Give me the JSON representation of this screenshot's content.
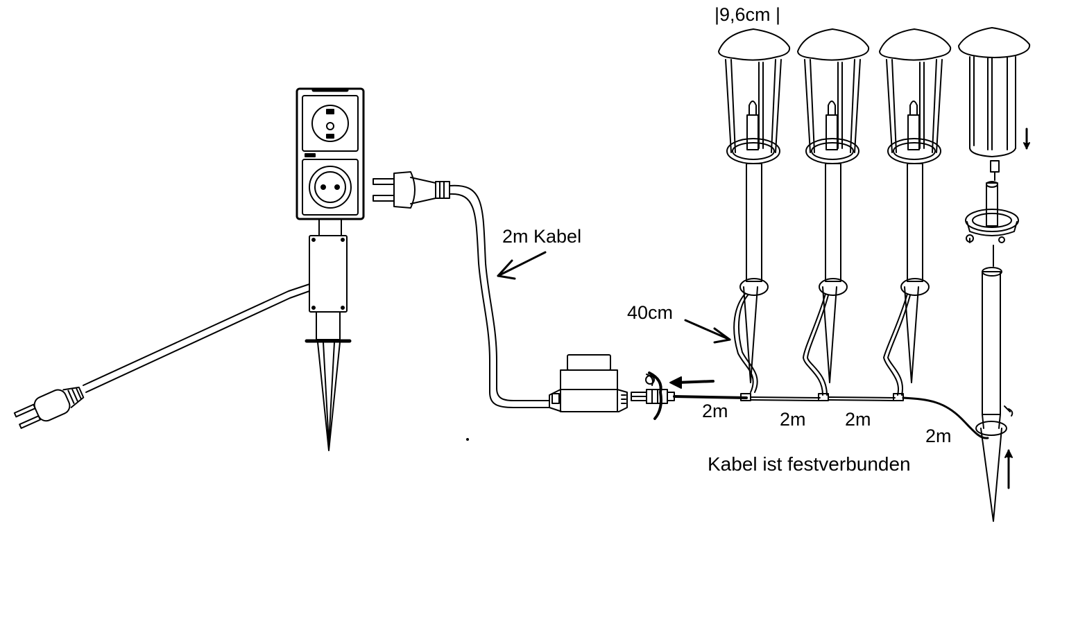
{
  "labels": {
    "lamp_width": "|9,6cm |",
    "supply_cable": "2m Kabel",
    "lead_length": "40cm",
    "segment_1": "2m",
    "segment_2": "2m",
    "segment_3": "2m",
    "segment_4": "2m",
    "note": "Kabel ist festverbunden"
  },
  "components": {
    "socket_stake": "outdoor-socket-stake",
    "transformer": "transformer",
    "connector": "screw-connector",
    "lamps": [
      "garden-lamp",
      "garden-lamp",
      "garden-lamp",
      "garden-lamp-exploded"
    ]
  },
  "colors": {
    "line": "#000000",
    "background": "#ffffff"
  }
}
